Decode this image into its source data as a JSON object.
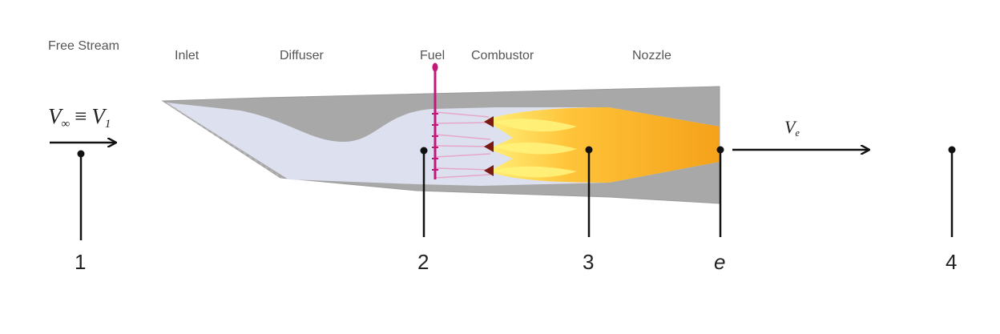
{
  "labels": {
    "free_stream": "Free Stream",
    "inlet": "Inlet",
    "diffuser": "Diffuser",
    "fuel": "Fuel",
    "combustor": "Combustor",
    "nozzle": "Nozzle"
  },
  "freestream_velocity": {
    "v_inf": "V",
    "inf_sub": "∞",
    "equiv": "≡",
    "v1": "V",
    "one_sub": "1"
  },
  "exit_velocity": {
    "v": "V",
    "sub": "e"
  },
  "stations": {
    "s1": "1",
    "s2": "2",
    "s3": "3",
    "se": "e",
    "s4": "4"
  },
  "colors": {
    "casing": "#a9a9a9",
    "core_flow": "#dde0ee",
    "flame_outer": "#f5a623",
    "flame_inner": "#ffe24a",
    "fuel_line": "#c2187a",
    "line": "#111111"
  }
}
